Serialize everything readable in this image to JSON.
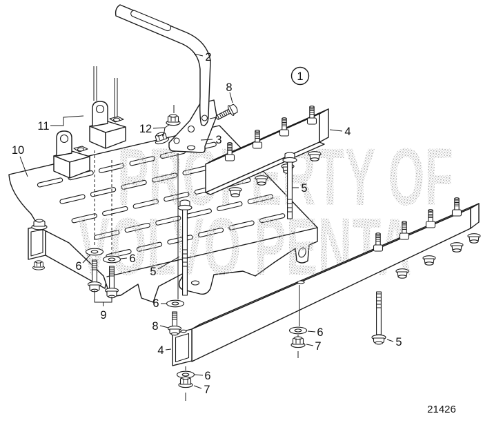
{
  "diagram": {
    "figure_number": "21426",
    "watermark": {
      "line1": "PROPERTY OF",
      "line2": "VOLVO PENTA"
    },
    "assembly_callout": "1",
    "callouts": [
      {
        "text": "2"
      },
      {
        "text": "8"
      },
      {
        "text": "12"
      },
      {
        "text": "3"
      },
      {
        "text": "4"
      },
      {
        "text": "11"
      },
      {
        "text": "10"
      },
      {
        "text": "6"
      },
      {
        "text": "6"
      },
      {
        "text": "9"
      },
      {
        "text": "5"
      },
      {
        "text": "6"
      },
      {
        "text": "8"
      },
      {
        "text": "4"
      },
      {
        "text": "6"
      },
      {
        "text": "7"
      },
      {
        "text": "6"
      },
      {
        "text": "7"
      },
      {
        "text": "5"
      },
      {
        "text": "5"
      }
    ],
    "colors": {
      "line": "#1a1a1a",
      "watermark_dot": "#a9a9a9",
      "background": "#ffffff"
    }
  }
}
